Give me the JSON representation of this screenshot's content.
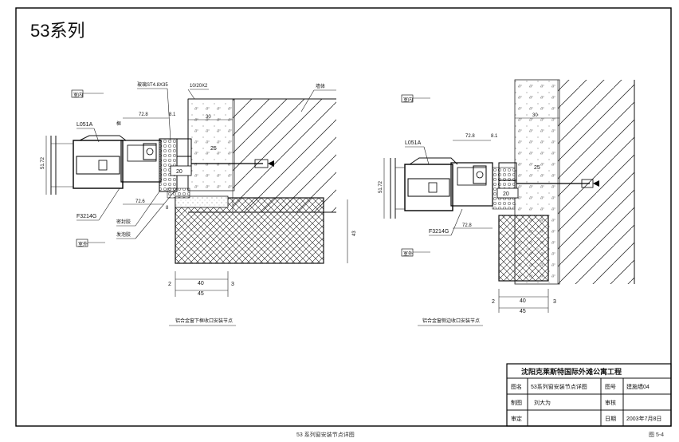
{
  "sheet": {
    "series_title": "53系列",
    "footer_caption": "53 系列窗安装节点详图",
    "figure_number": "图 5-4"
  },
  "left_detail": {
    "side_top": "室内",
    "side_bottom": "室外",
    "top_labels": [
      "玻璃ST4.8X35",
      "10/20X2",
      "墙体"
    ],
    "profile_code_a": "L051A",
    "profile_code_b": "F3214G",
    "label_frame": "框",
    "side_labels": [
      "密封胶",
      "发泡胶"
    ],
    "dimensions": {
      "d_72_8": "72.8",
      "d_8_1": "8.1",
      "d_30": "30",
      "d_25": "25",
      "d_20": "20",
      "d_8": "8",
      "d_72_6": "72.6",
      "d_height": "51.72",
      "d_43": "43",
      "d_40": "40",
      "d_45": "45",
      "d_2": "2",
      "d_3": "3"
    },
    "caption": "铝合金窗下框收口安装节点"
  },
  "right_detail": {
    "side_top": "室内",
    "side_bottom": "室外",
    "profile_code_a": "L051A",
    "profile_code_b": "F3214G",
    "dimensions": {
      "d_72_8": "72.8",
      "d_8_1": "8.1",
      "d_30": "30",
      "d_25": "25",
      "d_20": "20",
      "d_72_8b": "72.8",
      "d_height": "51.72",
      "d_40": "40",
      "d_45": "45",
      "d_2": "2",
      "d_3": "3"
    },
    "caption": "铝合金窗侧边收口安装节点"
  },
  "title_block": {
    "project": "沈阳克莱斯特国际外滩公寓工程",
    "row1_label": "图名",
    "row1_value": "53系列窗安装节点详图",
    "row1_label2": "图号",
    "row1_value2": "建施墙04",
    "row2_label": "制图",
    "row2_value": "刘大为",
    "row2_label2": "审核",
    "row2_value2": "",
    "row3_label": "审定",
    "row3_value": "",
    "row3_label2": "日期",
    "row3_value2": "2003年7月8日"
  }
}
